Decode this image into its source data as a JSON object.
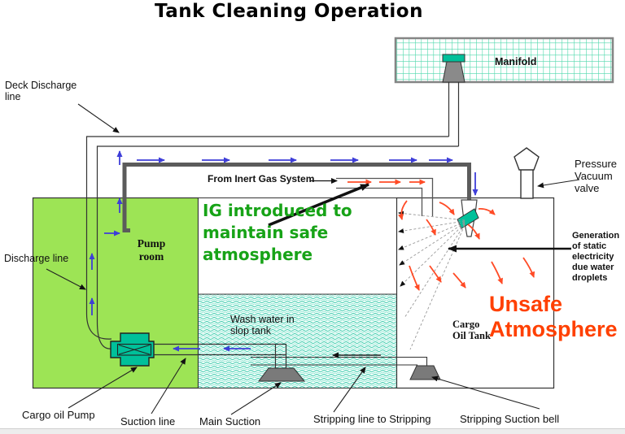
{
  "title": "Tank Cleaning Operation",
  "colors": {
    "pump_room_green": "#9DE455",
    "teal_equipment": "#00C09A",
    "manifold_grid": "#4FD8AC",
    "slop_water_teal": "#45CDB0",
    "ig_text_green": "#17A317",
    "unsafe_red": "#FF4000",
    "flow_arrow_blue": "#3E3ED8",
    "static_arrow_red": "#FF4B26"
  },
  "labels": {
    "deck_discharge_line": "Deck Discharge\nline",
    "discharge_line": "Discharge  line",
    "pump_room": "Pump\nroom",
    "from_inert_gas": "From Inert Gas System",
    "ig_note": "IG introduced to\nmaintain safe\natmosphere",
    "wash_water": "Wash water in\nslop tank",
    "manifold": "Manifold",
    "pressure_vacuum_valve": "Pressure\nVacuum\nvalve",
    "generation_static": "Generation\nof static\nelectricity\ndue water\ndroplets",
    "unsafe_atmosphere": "Unsafe\nAtmosphere",
    "cargo_oil_tank": "Cargo\nOil Tank",
    "cargo_oil_pump": "Cargo oil Pump",
    "suction_line": "Suction line",
    "main_suction": "Main Suction",
    "stripping_line": "Stripping line to Stripping",
    "stripping_suction_bell": "Stripping Suction bell"
  }
}
